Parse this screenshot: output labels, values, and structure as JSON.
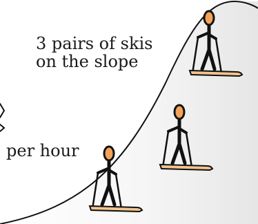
{
  "slope_caption": {
    "line1": "3 pairs of skis",
    "line2": "on the slope"
  },
  "rate_caption": "per hour",
  "colors": {
    "head": "#f4a259",
    "ski": "#f2c48e",
    "outline": "#111111",
    "slope_fill": "#eeeeee"
  },
  "skiers": [
    {
      "name": "skier-top"
    },
    {
      "name": "skier-middle"
    },
    {
      "name": "skier-bottom"
    }
  ]
}
